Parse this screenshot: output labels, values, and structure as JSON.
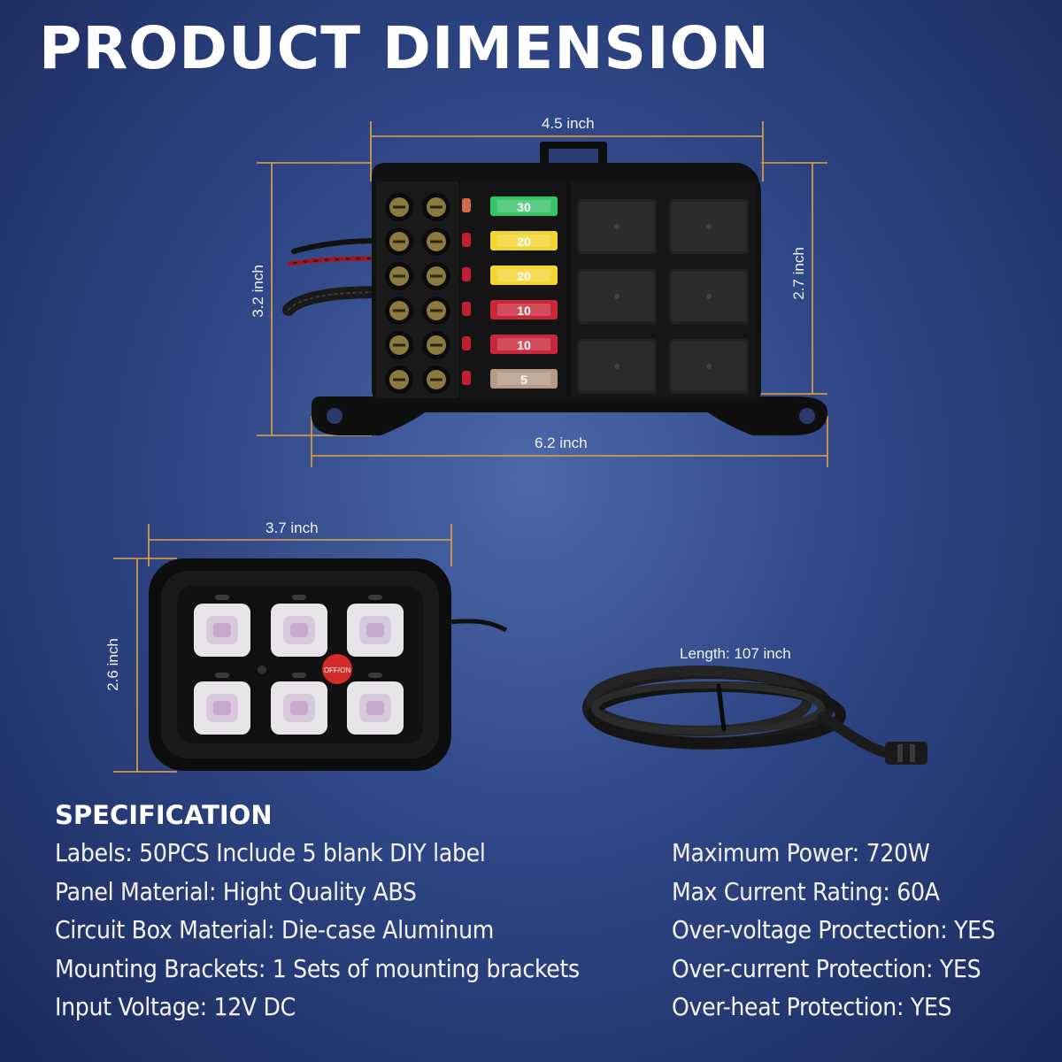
{
  "title": "PRODUCT DIMENSION",
  "dimensions": {
    "box_top_width": "4.5 inch",
    "box_height_left": "3.2 inch",
    "box_height_right": "2.7 inch",
    "box_bottom_width": "6.2 inch",
    "panel_width": "3.7 inch",
    "panel_height": "2.6 inch",
    "cable_length": "Length: 107 inch"
  },
  "fuses": [
    {
      "rating": "30",
      "color": "#39c46a"
    },
    {
      "rating": "20",
      "color": "#f2d531"
    },
    {
      "rating": "20",
      "color": "#f2d531"
    },
    {
      "rating": "10",
      "color": "#c8283a"
    },
    {
      "rating": "10",
      "color": "#c8283a"
    },
    {
      "rating": "5",
      "color": "#b59a86"
    }
  ],
  "panel_power_label": "OFF/ON",
  "spec": {
    "heading": "SPECIFICATION",
    "left": [
      "Labels: 50PCS Include 5 blank DIY label",
      "Panel Material: Hight Quality ABS",
      "Circuit Box Material: Die-case Aluminum",
      "Mounting Brackets: 1 Sets of mounting brackets",
      "Input Voltage: 12V DC"
    ],
    "right": [
      "Maximum Power: 720W",
      "Max Current Rating: 60A",
      "Over-voltage Proctection: YES",
      "Over-current Protection: YES",
      "Over-heat Protection: YES"
    ]
  },
  "colors": {
    "accent_dimension_line": "#e8a23a",
    "background": "#2f4686"
  }
}
